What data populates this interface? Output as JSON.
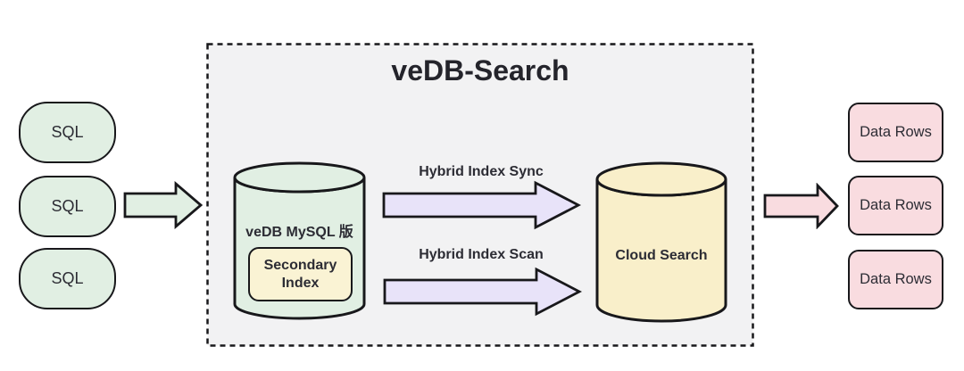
{
  "colors": {
    "green": "#e1efe3",
    "lavender": "#e8e3f9",
    "cream": "#f9efca",
    "cream_light": "#faf3d4",
    "pink": "#f9dce0",
    "panel_bg": "#f2f2f3",
    "border": "#18181b",
    "text": "#2c2c34"
  },
  "panel": {
    "title": "veDB-Search"
  },
  "sources": {
    "items": [
      "SQL",
      "SQL",
      "SQL"
    ]
  },
  "vedb": {
    "label": "veDB MySQL 版",
    "secondary_index_label": "Secondary Index"
  },
  "flows": {
    "sync_label": "Hybrid Index Sync",
    "scan_label": "Hybrid Index Scan"
  },
  "cloud": {
    "label": "Cloud Search"
  },
  "outputs": {
    "items": [
      "Data Rows",
      "Data Rows",
      "Data Rows"
    ]
  }
}
